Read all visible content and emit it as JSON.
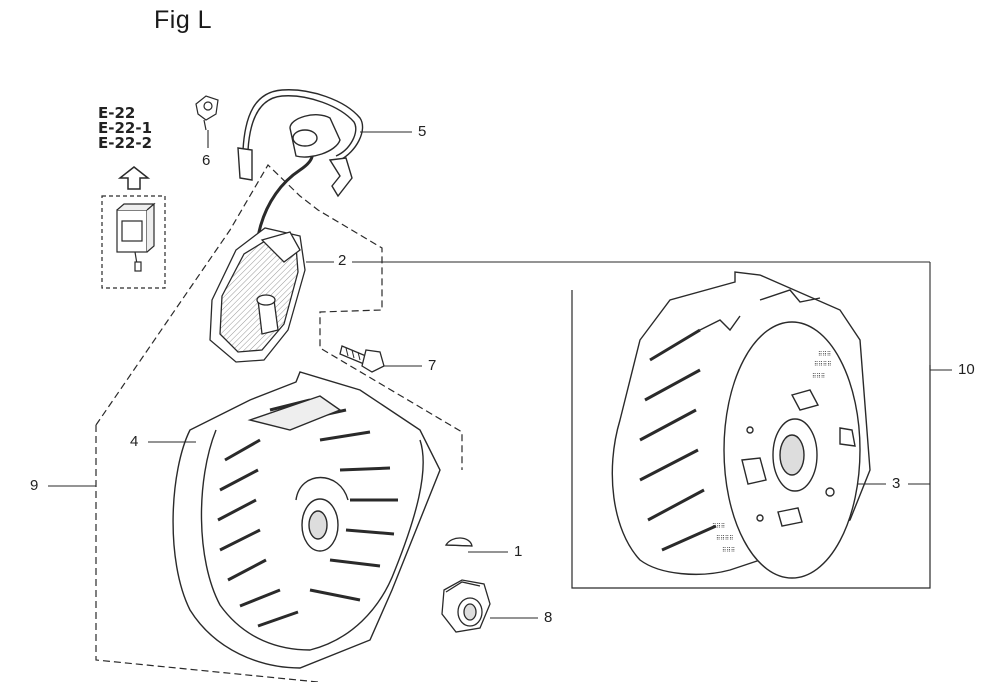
{
  "figure": {
    "title": "Fig L"
  },
  "reference": {
    "codes": [
      "E-22",
      "E-22-1",
      "E-22-2"
    ]
  },
  "callouts": [
    {
      "id": "1",
      "label": "1"
    },
    {
      "id": "2",
      "label": "2"
    },
    {
      "id": "3",
      "label": "3"
    },
    {
      "id": "4",
      "label": "4"
    },
    {
      "id": "5",
      "label": "5"
    },
    {
      "id": "6",
      "label": "6"
    },
    {
      "id": "7",
      "label": "7"
    },
    {
      "id": "8",
      "label": "8"
    },
    {
      "id": "9",
      "label": "9"
    },
    {
      "id": "10",
      "label": "10"
    }
  ],
  "colors": {
    "line": "#2a2a2a",
    "fill": "#ffffff",
    "shade": "#bdbdbd"
  }
}
